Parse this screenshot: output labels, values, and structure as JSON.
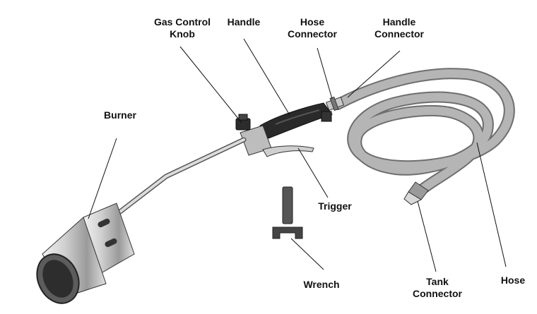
{
  "labels": {
    "gas_control_knob": [
      "Gas Control",
      "Knob"
    ],
    "handle": "Handle",
    "hose_connector": [
      "Hose",
      "Connector"
    ],
    "handle_connector": [
      "Handle",
      "Connector"
    ],
    "burner": "Burner",
    "trigger": "Trigger",
    "wrench": "Wrench",
    "tank_connector": [
      "Tank",
      "Connector"
    ],
    "hose": "Hose"
  },
  "colors": {
    "metal_light": "#e6e6e6",
    "metal_mid": "#a9a9a9",
    "metal_dark": "#4a4a4a",
    "grip": "#2a2a2a",
    "hose": "#b5b5b5",
    "leader": "#111111"
  }
}
